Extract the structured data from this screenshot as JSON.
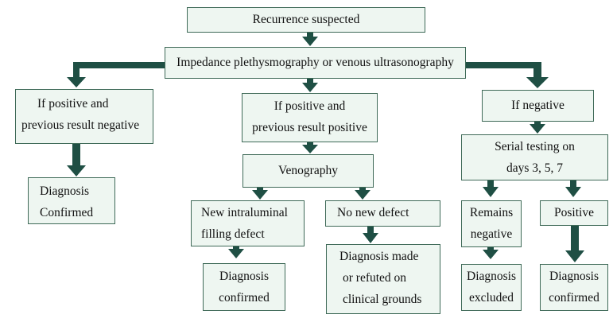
{
  "flowchart": {
    "colors": {
      "box_fill": "#eef6f1",
      "box_border": "#3f6a58",
      "arrow": "#1f4f44"
    },
    "nodes": {
      "recurrence": [
        "Recurrence  suspected"
      ],
      "impedance": [
        "Impedance plethysmography or venous ultrasonography"
      ],
      "pos_neg": [
        "If positive and",
        "previous result negative"
      ],
      "pos_pos": [
        "If positive and",
        "previous result positive"
      ],
      "negative": [
        "If negative"
      ],
      "serial": [
        "Serial testing on",
        "days 3, 5, 7"
      ],
      "dx_confirmed_1": [
        "Diagnosis",
        "Confirmed"
      ],
      "venography": [
        "Venography"
      ],
      "new_defect": [
        "New intraluminal",
        "filling defect"
      ],
      "no_defect": [
        "No new defect"
      ],
      "remains_neg": [
        "Remains",
        "negative"
      ],
      "positive": [
        "Positive"
      ],
      "dx_confirmed_2": [
        "Diagnosis",
        "confirmed"
      ],
      "dx_clinical": [
        "Diagnosis made",
        "or refuted on",
        "clinical grounds"
      ],
      "dx_excluded": [
        "Diagnosis",
        "excluded"
      ],
      "dx_confirmed_3": [
        "Diagnosis",
        "confirmed"
      ]
    }
  }
}
